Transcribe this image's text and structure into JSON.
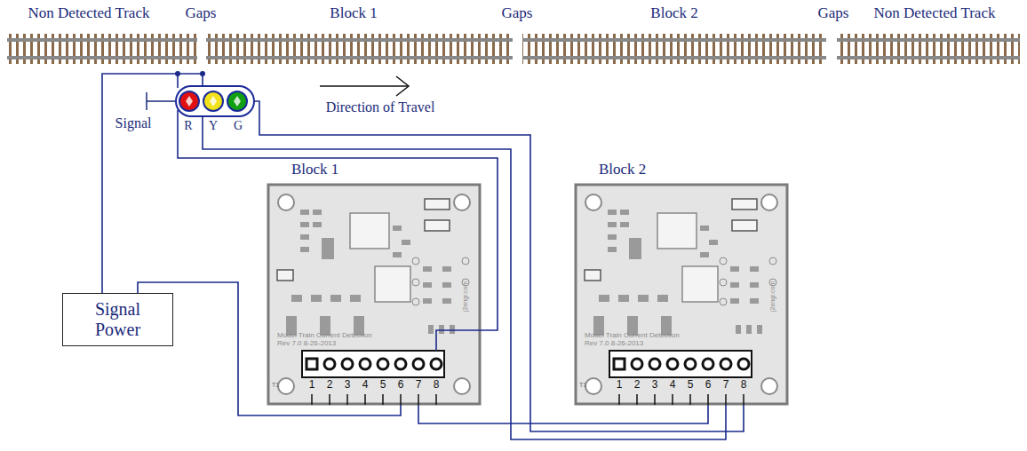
{
  "diagram": {
    "nodes": [
      {
        "text": [
          "Signal Power"
        ]
      },
      {
        "text": [
          "Block 1",
          "Model Train Current Detection",
          "Rev 7.0  8-26-2013"
        ]
      },
      {
        "text": [
          "Block 2",
          "Model Train Current Detection",
          "Rev 7.0  8-26-2013"
        ]
      }
    ],
    "edges": [
      {
        "from": 0,
        "to": 1,
        "arrow": "none"
      },
      {
        "from": 1,
        "to": 2,
        "arrow": "none"
      }
    ],
    "labels": [
      "Non Detected Track",
      "Gaps",
      "Block 1",
      "Gaps",
      "Block 2",
      "Gaps",
      "Non Detected Track",
      "Signal",
      "R",
      "Y",
      "G",
      "Direction of Travel",
      "T1",
      "1",
      "2",
      "3",
      "4",
      "5",
      "6",
      "7",
      "8",
      "j2engr.com",
      "T1",
      "1",
      "2",
      "3",
      "4",
      "5",
      "6",
      "7",
      "8",
      "j2engr.com"
    ]
  }
}
